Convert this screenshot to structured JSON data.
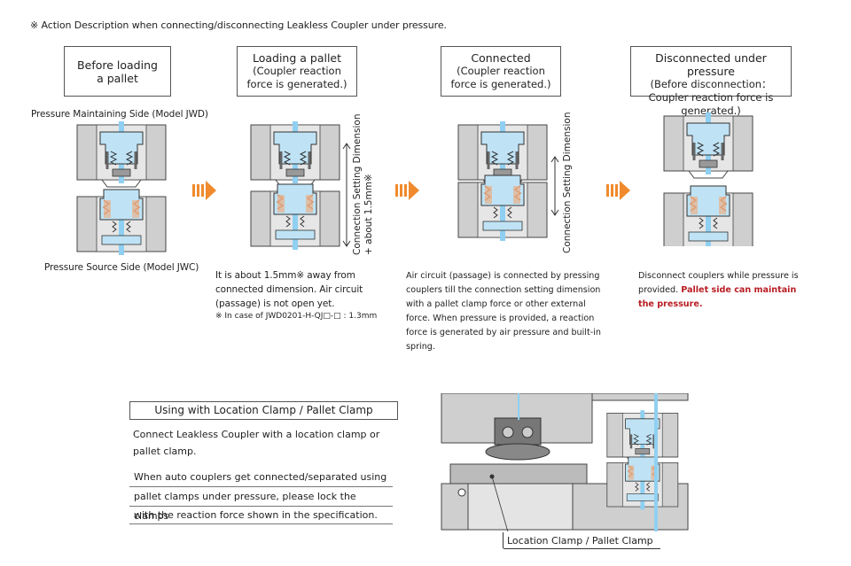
{
  "header": "※ Action Description when connecting/disconnecting Leakless Coupler under pressure.",
  "stages": [
    {
      "title": "Before loading a pallet",
      "subtitle": ""
    },
    {
      "title": "Loading a pallet",
      "subtitle": "(Coupler reaction force is generated.)"
    },
    {
      "title": "Connected",
      "subtitle": "(Coupler reaction force is generated.)"
    },
    {
      "title": "Disconnected under pressure",
      "subtitle": "(Before disconnection：Coupler reaction force is generated.)"
    }
  ],
  "labels": {
    "top_side": "Pressure Maintaining Side (Model JWD)",
    "bottom_side": "Pressure Source Side (Model JWC)",
    "dim_loading_1": "Connection Setting Dimension",
    "dim_loading_2": "+ about 1.5mm※",
    "dim_connected": "Connection Setting Dimension"
  },
  "descriptions": {
    "loading": "It is about 1.5mm※ away from connected dimension. Air circuit (passage) is not open yet.",
    "loading_note": "※ In case of JWD0201-H-QJ□-□ : 1.3mm",
    "connected": "Air circuit (passage) is connected by pressing couplers till the connection setting dimension with a pallet clamp force or other external force. When pressure is provided, a reaction force is generated by air pressure and built-in spring.",
    "disconnected_plain": "Disconnect couplers while pressure is provided.",
    "disconnected_red": "Pallet side can maintain the pressure."
  },
  "clamp_section": {
    "title": "Using with Location Clamp / Pallet Clamp",
    "line1": "Connect Leakless Coupler with a location clamp or pallet clamp.",
    "line2a": "When auto couplers get connected/separated using",
    "line2b": "pallet clamps under pressure, please lock the clamps",
    "line2c": "with the reaction force shown in the specification.",
    "callout": "Location Clamp / Pallet Clamp"
  },
  "colors": {
    "accent_arrow": "#f08a2c",
    "fluid": "#bfe3f5",
    "spring": "#e8b08a",
    "metal": "#a9a9a9",
    "emphasis": "#b81c22"
  }
}
